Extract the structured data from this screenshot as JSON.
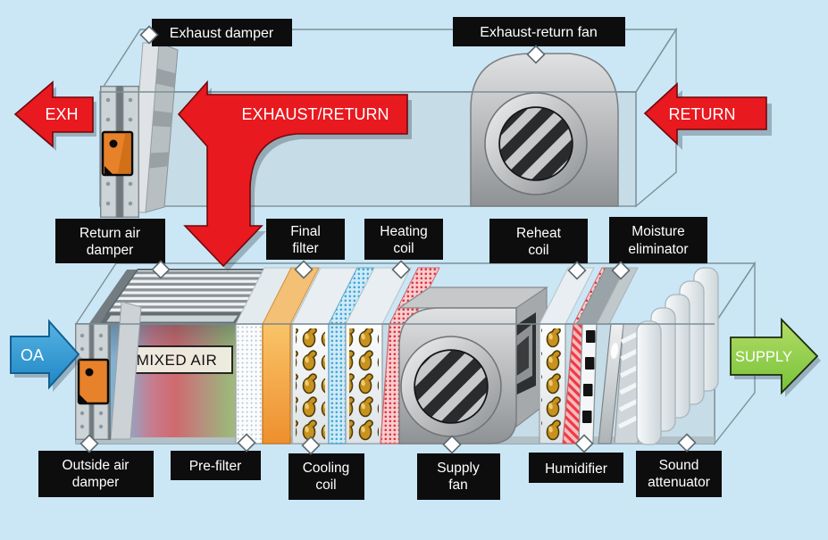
{
  "colors": {
    "background": "#cbe7f6",
    "red": "#e8191f",
    "blue_oa": "#2e9fd8",
    "green_supply": "#85cc42",
    "orange_filter": "#f09c3c",
    "gold_coil": "#c8921f",
    "duct_fill": "#c6dce6",
    "label_bg": "#0d0d0d",
    "label_text": "#ffffff"
  },
  "flow_arrows": {
    "exh": "EXH",
    "exhaust_return": "EXHAUST/RETURN",
    "return": "RETURN",
    "oa": "OA",
    "supply": "SUPPLY",
    "mixed_air": "MIXED AIR"
  },
  "labels": {
    "exhaust_damper": "Exhaust damper",
    "exhaust_return_fan": "Exhaust-return fan",
    "return_air_damper": {
      "line1": "Return air",
      "line2": "damper"
    },
    "final_filter": {
      "line1": "Final",
      "line2": "filter"
    },
    "heating_coil": {
      "line1": "Heating",
      "line2": "coil"
    },
    "reheat_coil": {
      "line1": "Reheat",
      "line2": "coil"
    },
    "moisture_eliminator": {
      "line1": "Moisture",
      "line2": "eliminator"
    },
    "outside_air_damper": {
      "line1": "Outside air",
      "line2": "damper"
    },
    "pre_filter": "Pre-filter",
    "cooling_coil": {
      "line1": "Cooling",
      "line2": "coil"
    },
    "supply_fan": {
      "line1": "Supply",
      "line2": "fan"
    },
    "humidifier": "Humidifier",
    "sound_attenuator": {
      "line1": "Sound",
      "line2": "attenuator"
    }
  }
}
